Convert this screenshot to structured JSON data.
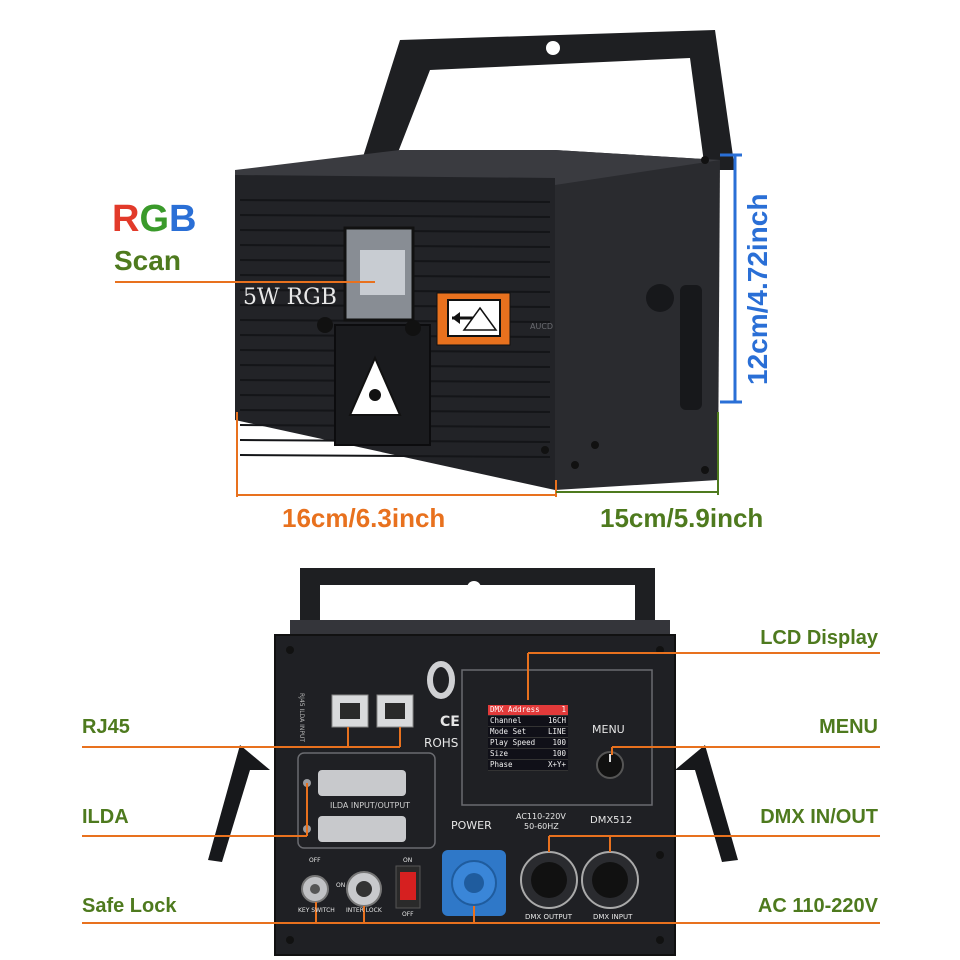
{
  "top_view": {
    "rgb_letters": [
      {
        "char": "R",
        "color": "#e23a2a"
      },
      {
        "char": "G",
        "color": "#3a9a2a"
      },
      {
        "char": "B",
        "color": "#2a6fd6"
      }
    ],
    "scan_label": "Scan",
    "front_text": "5W RGB",
    "brand_text": "AUCD",
    "height_dim": "12cm/4.72inch",
    "width_dim": "16cm/6.3inch",
    "depth_dim": "15cm/5.9inch"
  },
  "rear_view": {
    "callouts_left": [
      "RJ45",
      "ILDA",
      "Safe Lock"
    ],
    "callouts_right": [
      "LCD Display",
      "MENU",
      "DMX IN/OUT",
      "AC 110-220V"
    ],
    "panel": {
      "rj45_text": "RJ45 ILDA INPUT",
      "ce_mark": "CE",
      "rohs": "ROHS",
      "ilda_port_label": "ILDA INPUT/OUTPUT",
      "menu_label": "MENU",
      "power_label": "POWER",
      "ac_label": "AC110-220V",
      "freq_label": "50-60HZ",
      "dmx_label": "DMX512",
      "dmx_output": "DMX OUTPUT",
      "dmx_input": "DMX INPUT",
      "off_label": "OFF",
      "on_label": "ON",
      "key_switch": "KEY SWITCH",
      "inter_lock": "INTER LOCK",
      "switch_on": "ON",
      "switch_off": "OFF"
    },
    "lcd_rows": [
      {
        "name": "DMX Address",
        "value": "1"
      },
      {
        "name": "Channel",
        "value": "16CH"
      },
      {
        "name": "Mode Set",
        "value": "LINE"
      },
      {
        "name": "Play Speed",
        "value": "100"
      },
      {
        "name": "Size",
        "value": "100"
      },
      {
        "name": "Phase",
        "value": "X+Y+"
      }
    ]
  }
}
